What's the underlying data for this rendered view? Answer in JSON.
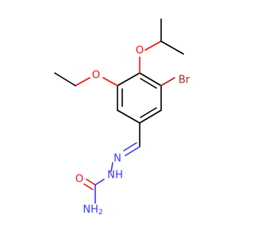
{
  "molecule": {
    "atoms": {
      "br": "Br",
      "o_ether_top": "O",
      "o_ether_left": "O",
      "n_imine": "N",
      "n_hydrazide": "N",
      "h_hydrazide": "H",
      "o_carbonyl": "O",
      "n_amide": "NH",
      "h2_sub": "2"
    },
    "colors": {
      "carbon": "#000000",
      "oxygen": "#ff0d0d",
      "nitrogen": "#3737ff",
      "bromine": "#a62929"
    }
  }
}
